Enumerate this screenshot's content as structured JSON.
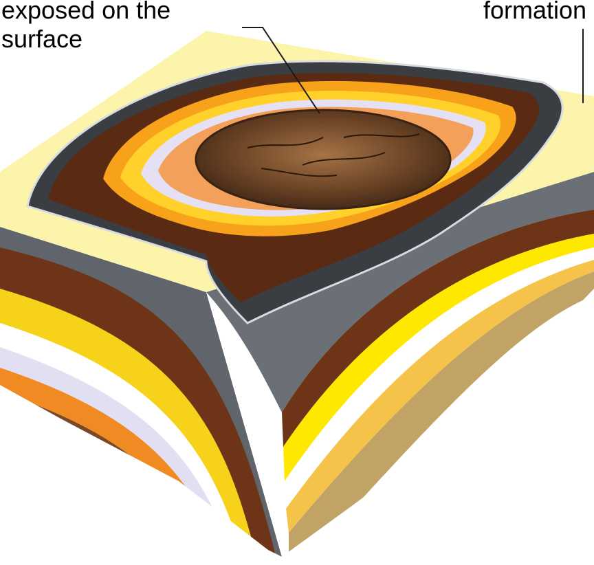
{
  "annotations": {
    "left_label_lines": [
      "exposed on the",
      "surface"
    ],
    "right_label": "formation"
  },
  "colors": {
    "background": "#ffffff",
    "block_top": "#fdf3a6",
    "core_brown": "#6b4325",
    "core_highlight": "#9a6a3c",
    "strata": [
      "#6a6f74",
      "#6e3418",
      "#f7d21a",
      "#ffffff",
      "#e6e2f2",
      "#f08a22",
      "#7d4a26",
      "#c9a86a"
    ],
    "outline_dark": "#2c2c30"
  }
}
